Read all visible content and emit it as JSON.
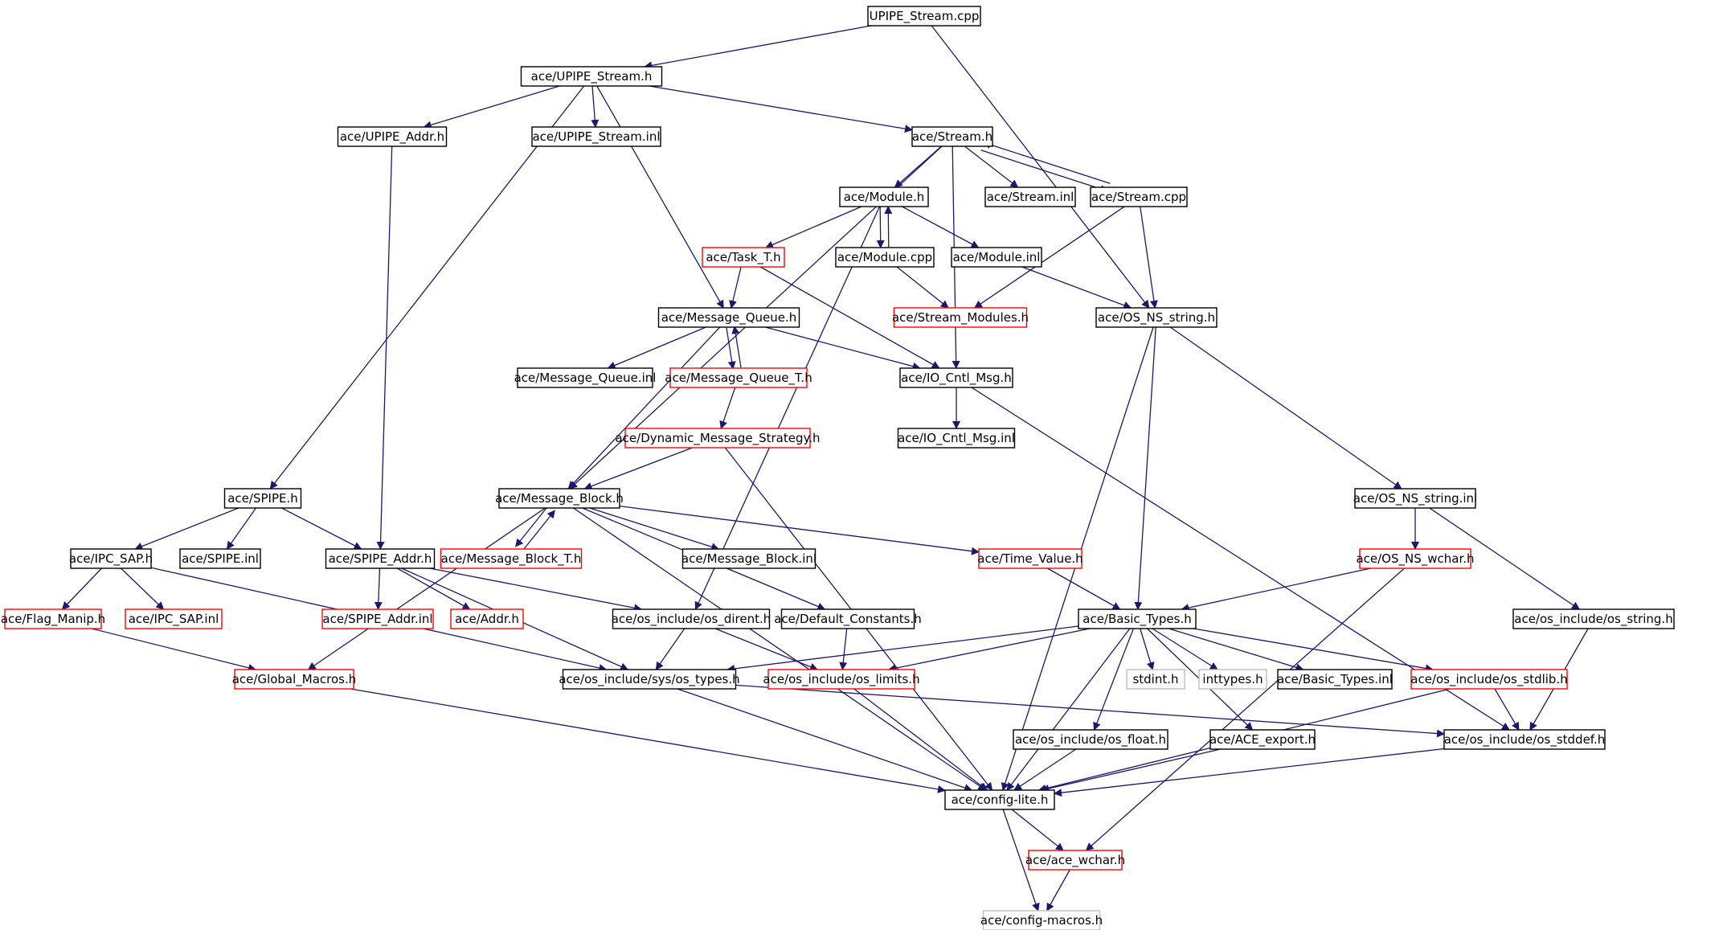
{
  "colors": {
    "edge": "#191970",
    "box_default": "#000000",
    "box_truncated": "#ff0000",
    "box_system": "#bfbfbf",
    "root_fill": "#bfbfbf",
    "text": "#000000"
  },
  "nodes": [
    {
      "id": "upipe_stream_cpp",
      "label": "UPIPE_Stream.cpp",
      "kind": "root"
    },
    {
      "id": "upipe_stream_h",
      "label": "ace/UPIPE_Stream.h",
      "kind": "normal"
    },
    {
      "id": "upipe_addr_h",
      "label": "ace/UPIPE_Addr.h",
      "kind": "normal"
    },
    {
      "id": "upipe_stream_inl",
      "label": "ace/UPIPE_Stream.inl",
      "kind": "normal"
    },
    {
      "id": "stream_h",
      "label": "ace/Stream.h",
      "kind": "normal"
    },
    {
      "id": "module_h",
      "label": "ace/Module.h",
      "kind": "normal"
    },
    {
      "id": "stream_inl",
      "label": "ace/Stream.inl",
      "kind": "normal"
    },
    {
      "id": "stream_cpp",
      "label": "ace/Stream.cpp",
      "kind": "normal"
    },
    {
      "id": "task_t_h",
      "label": "ace/Task_T.h",
      "kind": "truncated"
    },
    {
      "id": "module_cpp",
      "label": "ace/Module.cpp",
      "kind": "normal"
    },
    {
      "id": "module_inl",
      "label": "ace/Module.inl",
      "kind": "normal"
    },
    {
      "id": "stream_modules_h",
      "label": "ace/Stream_Modules.h",
      "kind": "truncated"
    },
    {
      "id": "message_queue_h",
      "label": "ace/Message_Queue.h",
      "kind": "normal"
    },
    {
      "id": "os_ns_string_h",
      "label": "ace/OS_NS_string.h",
      "kind": "normal"
    },
    {
      "id": "message_queue_inl",
      "label": "ace/Message_Queue.inl",
      "kind": "normal"
    },
    {
      "id": "message_queue_t_h",
      "label": "ace/Message_Queue_T.h",
      "kind": "truncated"
    },
    {
      "id": "io_cntl_msg_h",
      "label": "ace/IO_Cntl_Msg.h",
      "kind": "normal"
    },
    {
      "id": "dynamic_message_strategy_h",
      "label": "ace/Dynamic_Message_Strategy.h",
      "kind": "truncated"
    },
    {
      "id": "io_cntl_msg_inl",
      "label": "ace/IO_Cntl_Msg.inl",
      "kind": "normal"
    },
    {
      "id": "spipe_h",
      "label": "ace/SPIPE.h",
      "kind": "normal"
    },
    {
      "id": "message_block_h",
      "label": "ace/Message_Block.h",
      "kind": "normal"
    },
    {
      "id": "os_ns_string_inl",
      "label": "ace/OS_NS_string.inl",
      "kind": "normal"
    },
    {
      "id": "ipc_sap_h",
      "label": "ace/IPC_SAP.h",
      "kind": "normal"
    },
    {
      "id": "spipe_inl",
      "label": "ace/SPIPE.inl",
      "kind": "normal"
    },
    {
      "id": "spipe_addr_h",
      "label": "ace/SPIPE_Addr.h",
      "kind": "normal"
    },
    {
      "id": "message_block_t_h",
      "label": "ace/Message_Block_T.h",
      "kind": "truncated"
    },
    {
      "id": "message_block_inl",
      "label": "ace/Message_Block.inl",
      "kind": "normal"
    },
    {
      "id": "time_value_h",
      "label": "ace/Time_Value.h",
      "kind": "truncated"
    },
    {
      "id": "os_ns_wchar_h",
      "label": "ace/OS_NS_wchar.h",
      "kind": "truncated"
    },
    {
      "id": "flag_manip_h",
      "label": "ace/Flag_Manip.h",
      "kind": "truncated"
    },
    {
      "id": "ipc_sap_inl",
      "label": "ace/IPC_SAP.inl",
      "kind": "truncated"
    },
    {
      "id": "spipe_addr_inl",
      "label": "ace/SPIPE_Addr.inl",
      "kind": "truncated"
    },
    {
      "id": "addr_h",
      "label": "ace/Addr.h",
      "kind": "truncated"
    },
    {
      "id": "os_dirent_h",
      "label": "ace/os_include/os_dirent.h",
      "kind": "normal"
    },
    {
      "id": "default_constants_h",
      "label": "ace/Default_Constants.h",
      "kind": "normal"
    },
    {
      "id": "basic_types_h",
      "label": "ace/Basic_Types.h",
      "kind": "normal"
    },
    {
      "id": "os_string_h",
      "label": "ace/os_include/os_string.h",
      "kind": "normal"
    },
    {
      "id": "global_macros_h",
      "label": "ace/Global_Macros.h",
      "kind": "truncated"
    },
    {
      "id": "os_types_h",
      "label": "ace/os_include/sys/os_types.h",
      "kind": "normal"
    },
    {
      "id": "os_limits_h",
      "label": "ace/os_include/os_limits.h",
      "kind": "truncated"
    },
    {
      "id": "stdint_h",
      "label": "stdint.h",
      "kind": "system"
    },
    {
      "id": "inttypes_h",
      "label": "inttypes.h",
      "kind": "system"
    },
    {
      "id": "basic_types_inl",
      "label": "ace/Basic_Types.inl",
      "kind": "normal"
    },
    {
      "id": "os_stdlib_h",
      "label": "ace/os_include/os_stdlib.h",
      "kind": "truncated"
    },
    {
      "id": "os_float_h",
      "label": "ace/os_include/os_float.h",
      "kind": "normal"
    },
    {
      "id": "ace_export_h",
      "label": "ace/ACE_export.h",
      "kind": "normal"
    },
    {
      "id": "os_stddef_h",
      "label": "ace/os_include/os_stddef.h",
      "kind": "normal"
    },
    {
      "id": "config_lite_h",
      "label": "ace/config-lite.h",
      "kind": "normal"
    },
    {
      "id": "ace_wchar_h",
      "label": "ace/ace_wchar.h",
      "kind": "truncated"
    },
    {
      "id": "config_macros_h",
      "label": "ace/config-macros.h",
      "kind": "system"
    }
  ],
  "edges": [
    [
      "upipe_stream_cpp",
      "upipe_stream_h"
    ],
    [
      "upipe_stream_cpp",
      "os_ns_string_h"
    ],
    [
      "upipe_stream_h",
      "upipe_addr_h"
    ],
    [
      "upipe_stream_h",
      "upipe_stream_inl"
    ],
    [
      "upipe_stream_h",
      "stream_h"
    ],
    [
      "upipe_stream_h",
      "message_queue_h"
    ],
    [
      "upipe_stream_h",
      "spipe_h"
    ],
    [
      "upipe_addr_h",
      "spipe_addr_h"
    ],
    [
      "stream_h",
      "module_h"
    ],
    [
      "stream_h",
      "stream_inl"
    ],
    [
      "stream_h",
      "stream_cpp"
    ],
    [
      "stream_h",
      "message_block_h"
    ],
    [
      "stream_h",
      "io_cntl_msg_h"
    ],
    [
      "stream_cpp",
      "stream_h"
    ],
    [
      "stream_cpp",
      "stream_modules_h"
    ],
    [
      "stream_cpp",
      "os_ns_string_h"
    ],
    [
      "module_h",
      "task_t_h"
    ],
    [
      "module_h",
      "module_cpp"
    ],
    [
      "module_h",
      "module_inl"
    ],
    [
      "module_h",
      "os_dirent_h"
    ],
    [
      "module_cpp",
      "module_h"
    ],
    [
      "module_cpp",
      "stream_modules_h"
    ],
    [
      "module_inl",
      "os_ns_string_h"
    ],
    [
      "task_t_h",
      "message_queue_h"
    ],
    [
      "task_t_h",
      "io_cntl_msg_h"
    ],
    [
      "message_queue_h",
      "message_queue_inl"
    ],
    [
      "message_queue_h",
      "message_queue_t_h"
    ],
    [
      "message_queue_h",
      "io_cntl_msg_h"
    ],
    [
      "message_queue_h",
      "message_block_h"
    ],
    [
      "message_queue_t_h",
      "message_queue_h"
    ],
    [
      "message_queue_t_h",
      "dynamic_message_strategy_h"
    ],
    [
      "dynamic_message_strategy_h",
      "message_block_h"
    ],
    [
      "dynamic_message_strategy_h",
      "config_lite_h"
    ],
    [
      "io_cntl_msg_h",
      "io_cntl_msg_inl"
    ],
    [
      "io_cntl_msg_h",
      "os_stddef_h"
    ],
    [
      "os_ns_string_h",
      "basic_types_h"
    ],
    [
      "os_ns_string_h",
      "config_lite_h"
    ],
    [
      "os_ns_string_h",
      "os_ns_string_inl"
    ],
    [
      "os_ns_string_inl",
      "os_ns_wchar_h"
    ],
    [
      "os_ns_string_inl",
      "os_string_h"
    ],
    [
      "os_ns_wchar_h",
      "basic_types_h"
    ],
    [
      "os_ns_wchar_h",
      "ace_wchar_h"
    ],
    [
      "os_string_h",
      "os_stddef_h"
    ],
    [
      "spipe_h",
      "ipc_sap_h"
    ],
    [
      "spipe_h",
      "spipe_inl"
    ],
    [
      "spipe_h",
      "spipe_addr_h"
    ],
    [
      "ipc_sap_h",
      "flag_manip_h"
    ],
    [
      "ipc_sap_h",
      "ipc_sap_inl"
    ],
    [
      "ipc_sap_h",
      "os_types_h"
    ],
    [
      "flag_manip_h",
      "global_macros_h"
    ],
    [
      "spipe_addr_h",
      "spipe_addr_inl"
    ],
    [
      "spipe_addr_h",
      "addr_h"
    ],
    [
      "spipe_addr_h",
      "os_dirent_h"
    ],
    [
      "spipe_addr_h",
      "os_types_h"
    ],
    [
      "message_block_h",
      "global_macros_h"
    ],
    [
      "message_block_h",
      "message_block_t_h"
    ],
    [
      "message_block_h",
      "message_block_inl"
    ],
    [
      "message_block_h",
      "time_value_h"
    ],
    [
      "message_block_h",
      "default_constants_h"
    ],
    [
      "message_block_h",
      "config_lite_h"
    ],
    [
      "message_block_t_h",
      "message_block_h"
    ],
    [
      "time_value_h",
      "basic_types_h"
    ],
    [
      "os_dirent_h",
      "os_types_h"
    ],
    [
      "os_dirent_h",
      "os_limits_h"
    ],
    [
      "default_constants_h",
      "os_limits_h"
    ],
    [
      "basic_types_h",
      "os_types_h"
    ],
    [
      "basic_types_h",
      "os_limits_h"
    ],
    [
      "basic_types_h",
      "stdint_h"
    ],
    [
      "basic_types_h",
      "inttypes_h"
    ],
    [
      "basic_types_h",
      "basic_types_inl"
    ],
    [
      "basic_types_h",
      "os_stdlib_h"
    ],
    [
      "basic_types_h",
      "os_float_h"
    ],
    [
      "basic_types_h",
      "ace_export_h"
    ],
    [
      "basic_types_h",
      "config_lite_h"
    ],
    [
      "os_stdlib_h",
      "os_stddef_h"
    ],
    [
      "os_stdlib_h",
      "config_lite_h"
    ],
    [
      "os_types_h",
      "os_stddef_h"
    ],
    [
      "os_types_h",
      "config_lite_h"
    ],
    [
      "os_limits_h",
      "config_lite_h"
    ],
    [
      "global_macros_h",
      "config_lite_h"
    ],
    [
      "os_float_h",
      "config_lite_h"
    ],
    [
      "ace_export_h",
      "config_lite_h"
    ],
    [
      "os_stddef_h",
      "config_lite_h"
    ],
    [
      "config_lite_h",
      "ace_wchar_h"
    ],
    [
      "config_lite_h",
      "config_macros_h"
    ],
    [
      "ace_wchar_h",
      "config_macros_h"
    ]
  ]
}
